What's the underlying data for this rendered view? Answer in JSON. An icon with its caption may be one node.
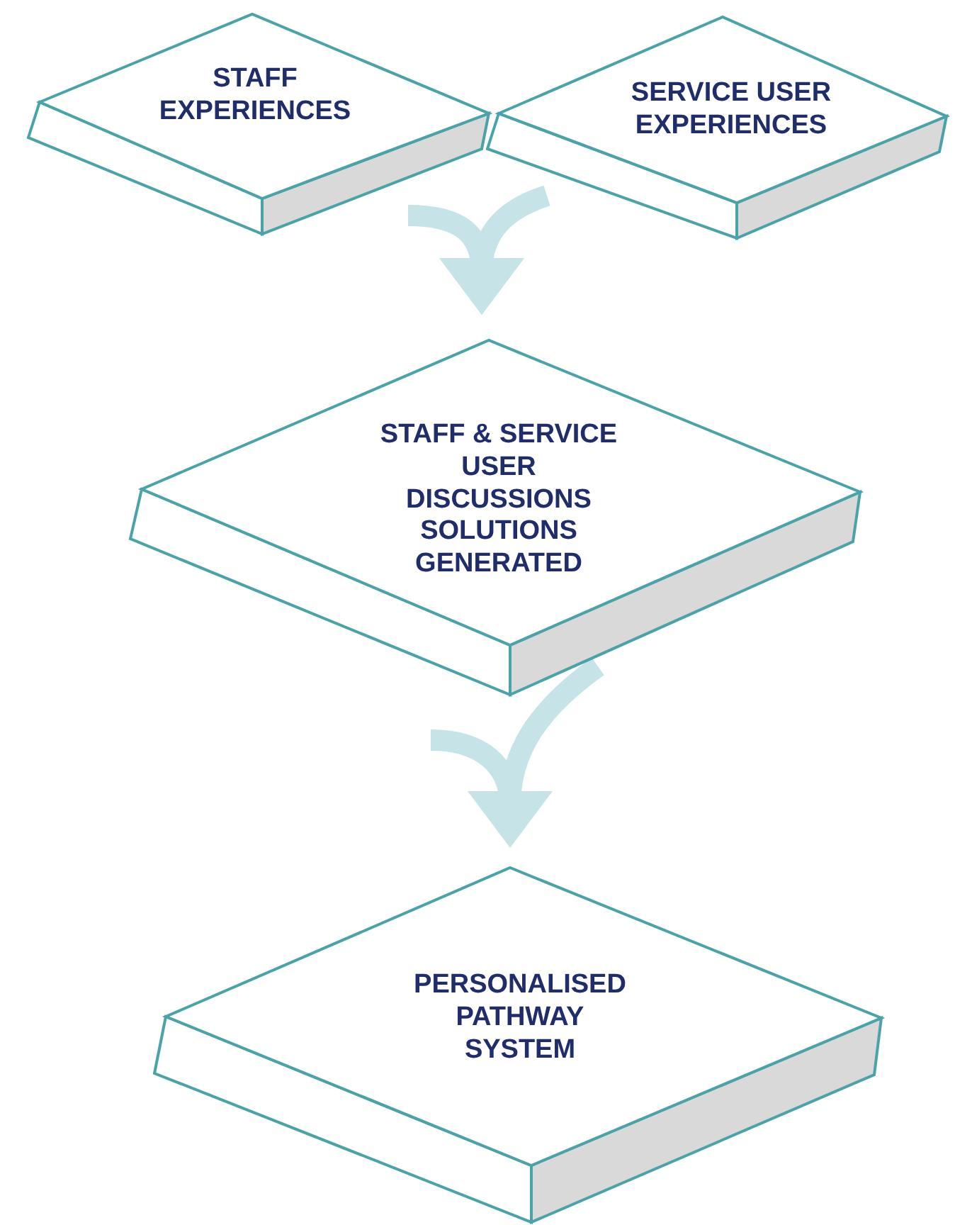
{
  "diagram": {
    "nodes": [
      {
        "text": [
          "STAFF EXPERIENCES"
        ]
      },
      {
        "text": [
          "SERVICE USER EXPERIENCES"
        ]
      },
      {
        "text": [
          "STAFF & SERVICE USER DISCUSSIONS SOLUTIONS GENERATED"
        ]
      },
      {
        "text": [
          "PERSONALISED PATHWAY SYSTEM"
        ]
      }
    ],
    "edges": [
      {
        "from": 0,
        "to": 2,
        "arrow": "to"
      },
      {
        "from": 1,
        "to": 2,
        "arrow": "to"
      },
      {
        "from": 2,
        "to": 3,
        "arrow": "to"
      }
    ]
  }
}
